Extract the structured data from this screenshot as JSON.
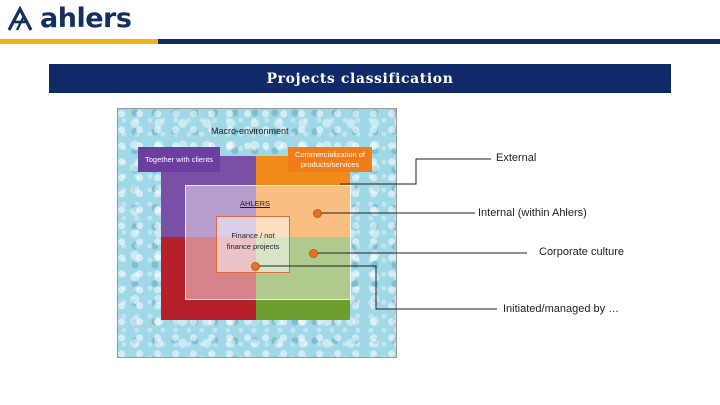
{
  "header": {
    "logo_text": "ahlers",
    "brand_navy": "#14305f",
    "brand_gold": "#f2b21c"
  },
  "title_bar": {
    "title": "Projects classification",
    "background": "#0f2a66"
  },
  "diagram": {
    "outer_label": "Macro-environment",
    "quadrant_colors": {
      "top_left": "#7a4fa6",
      "top_right": "#f28a1a",
      "bottom_left": "#b5202a",
      "bottom_right": "#6e9e2e"
    },
    "tag_clients": "Together with clients",
    "tag_commercial": "Commercialization of products/services",
    "inner_label": "AHLERS",
    "core_label": "Finance / not finance projects",
    "marker_color": "#e8731e"
  },
  "callouts": {
    "external": "External",
    "internal": "Internal (within Ahlers)",
    "culture": "Corporate culture",
    "initiated": "Initiated/managed by …"
  }
}
